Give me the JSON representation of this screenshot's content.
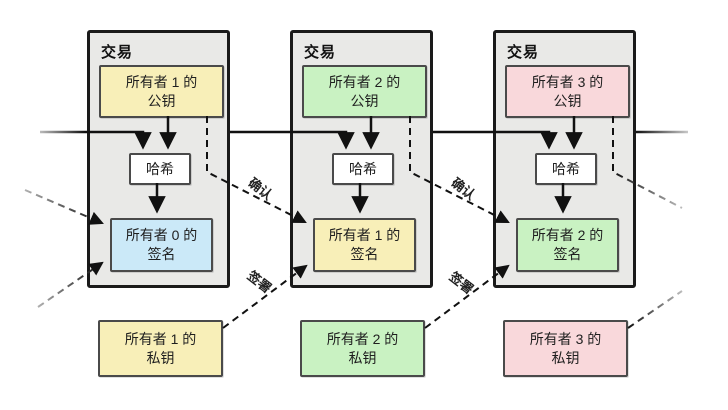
{
  "transactions": [
    {
      "title": "交易",
      "public_key": {
        "line1": "所有者 1 的",
        "line2": "公钥",
        "color": "#f8efb8"
      },
      "hash_label": "哈希",
      "signature": {
        "line1": "所有者 0 的",
        "line2": "签名",
        "color": "#cbe9f8"
      }
    },
    {
      "title": "交易",
      "public_key": {
        "line1": "所有者 2 的",
        "line2": "公钥",
        "color": "#c9f2c2"
      },
      "hash_label": "哈希",
      "signature": {
        "line1": "所有者 1 的",
        "line2": "签名",
        "color": "#f8efb8"
      }
    },
    {
      "title": "交易",
      "public_key": {
        "line1": "所有者 3 的",
        "line2": "公钥",
        "color": "#f9d8db"
      },
      "hash_label": "哈希",
      "signature": {
        "line1": "所有者 2 的",
        "line2": "签名",
        "color": "#c9f2c2"
      }
    }
  ],
  "private_keys": [
    {
      "line1": "所有者 1 的",
      "line2": "私钥",
      "color": "#f8efb8"
    },
    {
      "line1": "所有者 2 的",
      "line2": "私钥",
      "color": "#c9f2c2"
    },
    {
      "line1": "所有者 3 的",
      "line2": "私钥",
      "color": "#f9d8db"
    }
  ],
  "labels": {
    "verify": "确认",
    "sign": "签署"
  },
  "colors": {
    "panel_fill": "#e9e9e7",
    "panel_border": "#1a1a1a",
    "hash_fill": "#ffffff",
    "line": "#111111"
  }
}
